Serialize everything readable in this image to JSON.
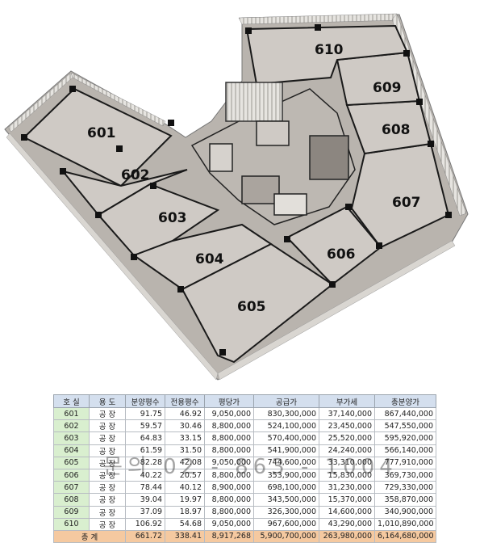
{
  "floor_plan": {
    "rooms": [
      {
        "id": "r601",
        "label": "601"
      },
      {
        "id": "r602",
        "label": "602"
      },
      {
        "id": "r603",
        "label": "603"
      },
      {
        "id": "r604",
        "label": "604"
      },
      {
        "id": "r605",
        "label": "605"
      },
      {
        "id": "r606",
        "label": "606"
      },
      {
        "id": "r607",
        "label": "607"
      },
      {
        "id": "r608",
        "label": "608"
      },
      {
        "id": "r609",
        "label": "609"
      },
      {
        "id": "r610",
        "label": "610"
      }
    ]
  },
  "table": {
    "headers": [
      "호 실",
      "용 도",
      "분양평수",
      "전용평수",
      "평당가",
      "공급가",
      "부가세",
      "총분양가"
    ],
    "rows": [
      [
        "601",
        "공 장",
        "91.75",
        "46.92",
        "9,050,000",
        "830,300,000",
        "37,140,000",
        "867,440,000"
      ],
      [
        "602",
        "공 장",
        "59.57",
        "30.46",
        "8,800,000",
        "524,100,000",
        "23,450,000",
        "547,550,000"
      ],
      [
        "603",
        "공 장",
        "64.83",
        "33.15",
        "8,800,000",
        "570,400,000",
        "25,520,000",
        "595,920,000"
      ],
      [
        "604",
        "공 장",
        "61.59",
        "31.50",
        "8,800,000",
        "541,900,000",
        "24,240,000",
        "566,140,000"
      ],
      [
        "605",
        "공 장",
        "82.28",
        "42.08",
        "9,050,000",
        "744,600,000",
        "33,310,000",
        "777,910,000"
      ],
      [
        "606",
        "공 장",
        "40.22",
        "20.57",
        "8,800,000",
        "353,900,000",
        "15,830,000",
        "369,730,000"
      ],
      [
        "607",
        "공 장",
        "78.44",
        "40.12",
        "8,900,000",
        "698,100,000",
        "31,230,000",
        "729,330,000"
      ],
      [
        "608",
        "공 장",
        "39.04",
        "19.97",
        "8,800,000",
        "343,500,000",
        "15,370,000",
        "358,870,000"
      ],
      [
        "609",
        "공 장",
        "37.09",
        "18.97",
        "8,800,000",
        "326,300,000",
        "14,600,000",
        "340,900,000"
      ],
      [
        "610",
        "공 장",
        "106.92",
        "54.68",
        "9,050,000",
        "967,600,000",
        "43,290,000",
        "1,010,890,000"
      ]
    ],
    "total": [
      "총 계",
      "661.72",
      "338.41",
      "8,917,268",
      "5,900,700,000",
      "263,980,000",
      "6,164,680,000"
    ]
  },
  "watermark": "문의 02 - 863 - 1004",
  "colors": {
    "header_bg": "#d4dfee",
    "room_cell_bg": "#d9efcf",
    "total_row_bg": "#f5c9a0",
    "floor": "#cdc8c3",
    "wall": "#1a1a1a"
  }
}
